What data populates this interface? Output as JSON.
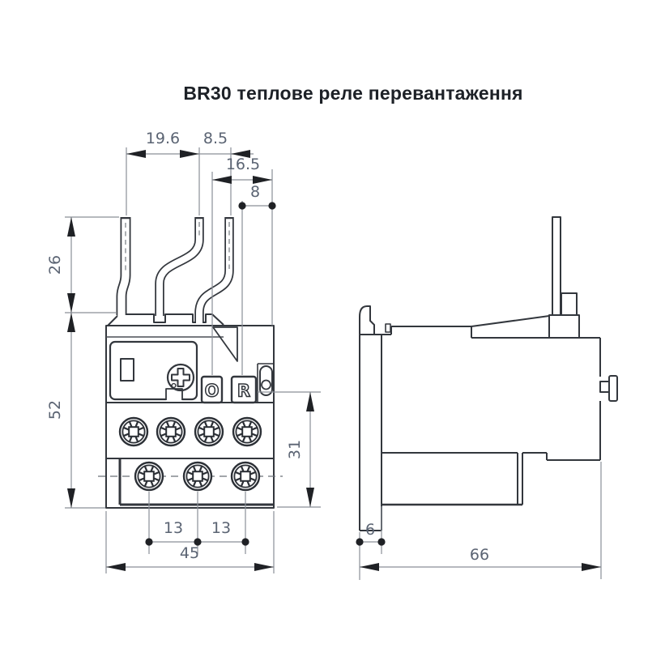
{
  "title": "BR30 теплове реле перевантаження",
  "front_view": {
    "stop_button": "O",
    "reset_button": "R",
    "dim_pin_spacing_left": "19.6",
    "dim_pin_spacing_right": "8.5",
    "dim_test_button_offset": "16.5",
    "dim_reset_button_offset": "8",
    "dim_pin_height": "26",
    "dim_body_height": "52",
    "dim_terminal_section_height": "31",
    "dim_terminal_pitch_1": "13",
    "dim_terminal_pitch_2": "13",
    "dim_body_width": "45"
  },
  "side_view": {
    "dim_rail_clip_depth": "6",
    "dim_body_depth": "66"
  },
  "colors": {
    "object_line": "#33373d",
    "dimension_line": "#8a8f98",
    "dimension_text": "#5b6473",
    "arrow_fill": "#1f2125",
    "background": "#ffffff",
    "title_text": "#1d2127"
  }
}
